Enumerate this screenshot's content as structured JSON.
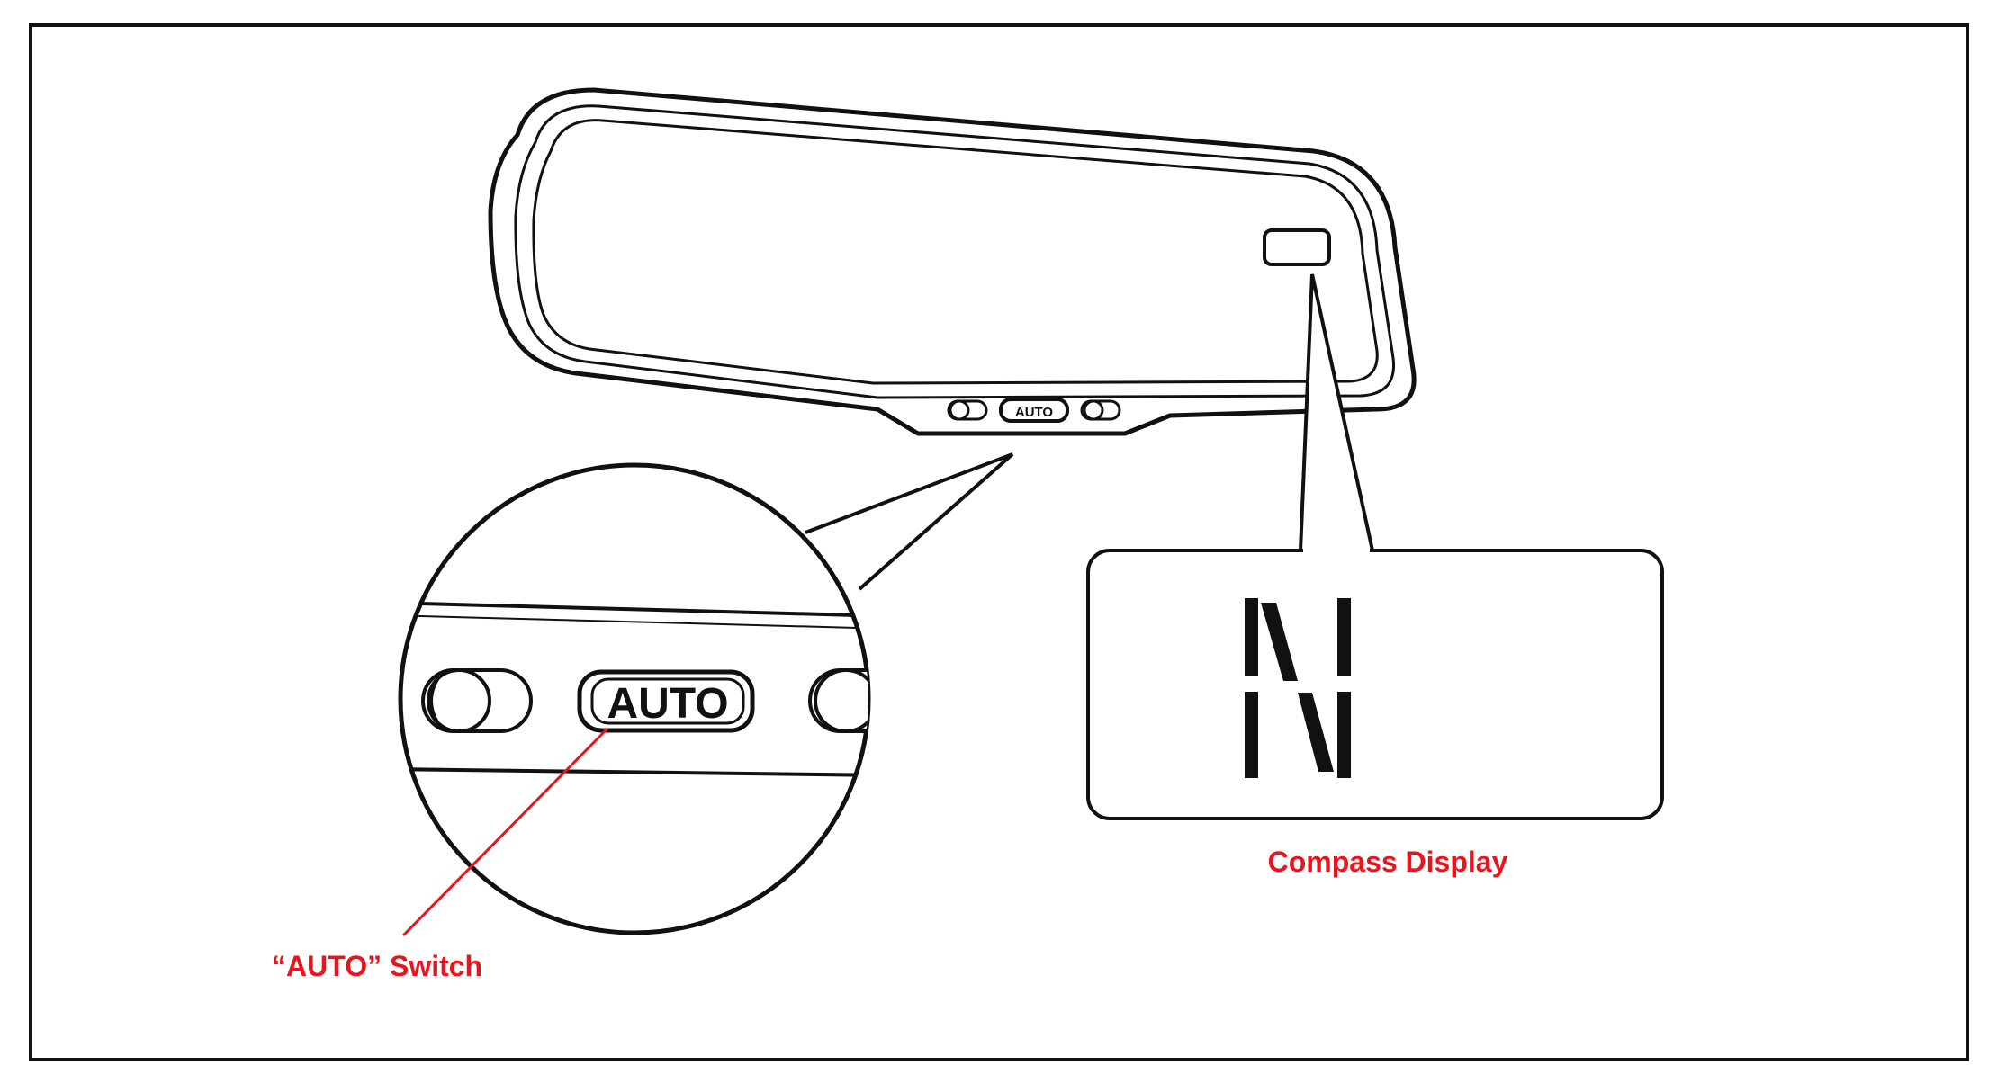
{
  "mirror_buttons": {
    "auto": "AUTO"
  },
  "zoom": {
    "auto_button": "AUTO"
  },
  "compass": {
    "heading": "N"
  },
  "callouts": {
    "auto_switch": "“AUTO” Switch",
    "compass_display": "Compass Display"
  },
  "colors": {
    "line": "#111111",
    "callout_text": "#e8141e",
    "background": "#ffffff"
  },
  "icons": [
    "rear-view-mirror-icon",
    "toggle-switch-icon",
    "auto-button-icon",
    "compass-segment-display-icon"
  ]
}
